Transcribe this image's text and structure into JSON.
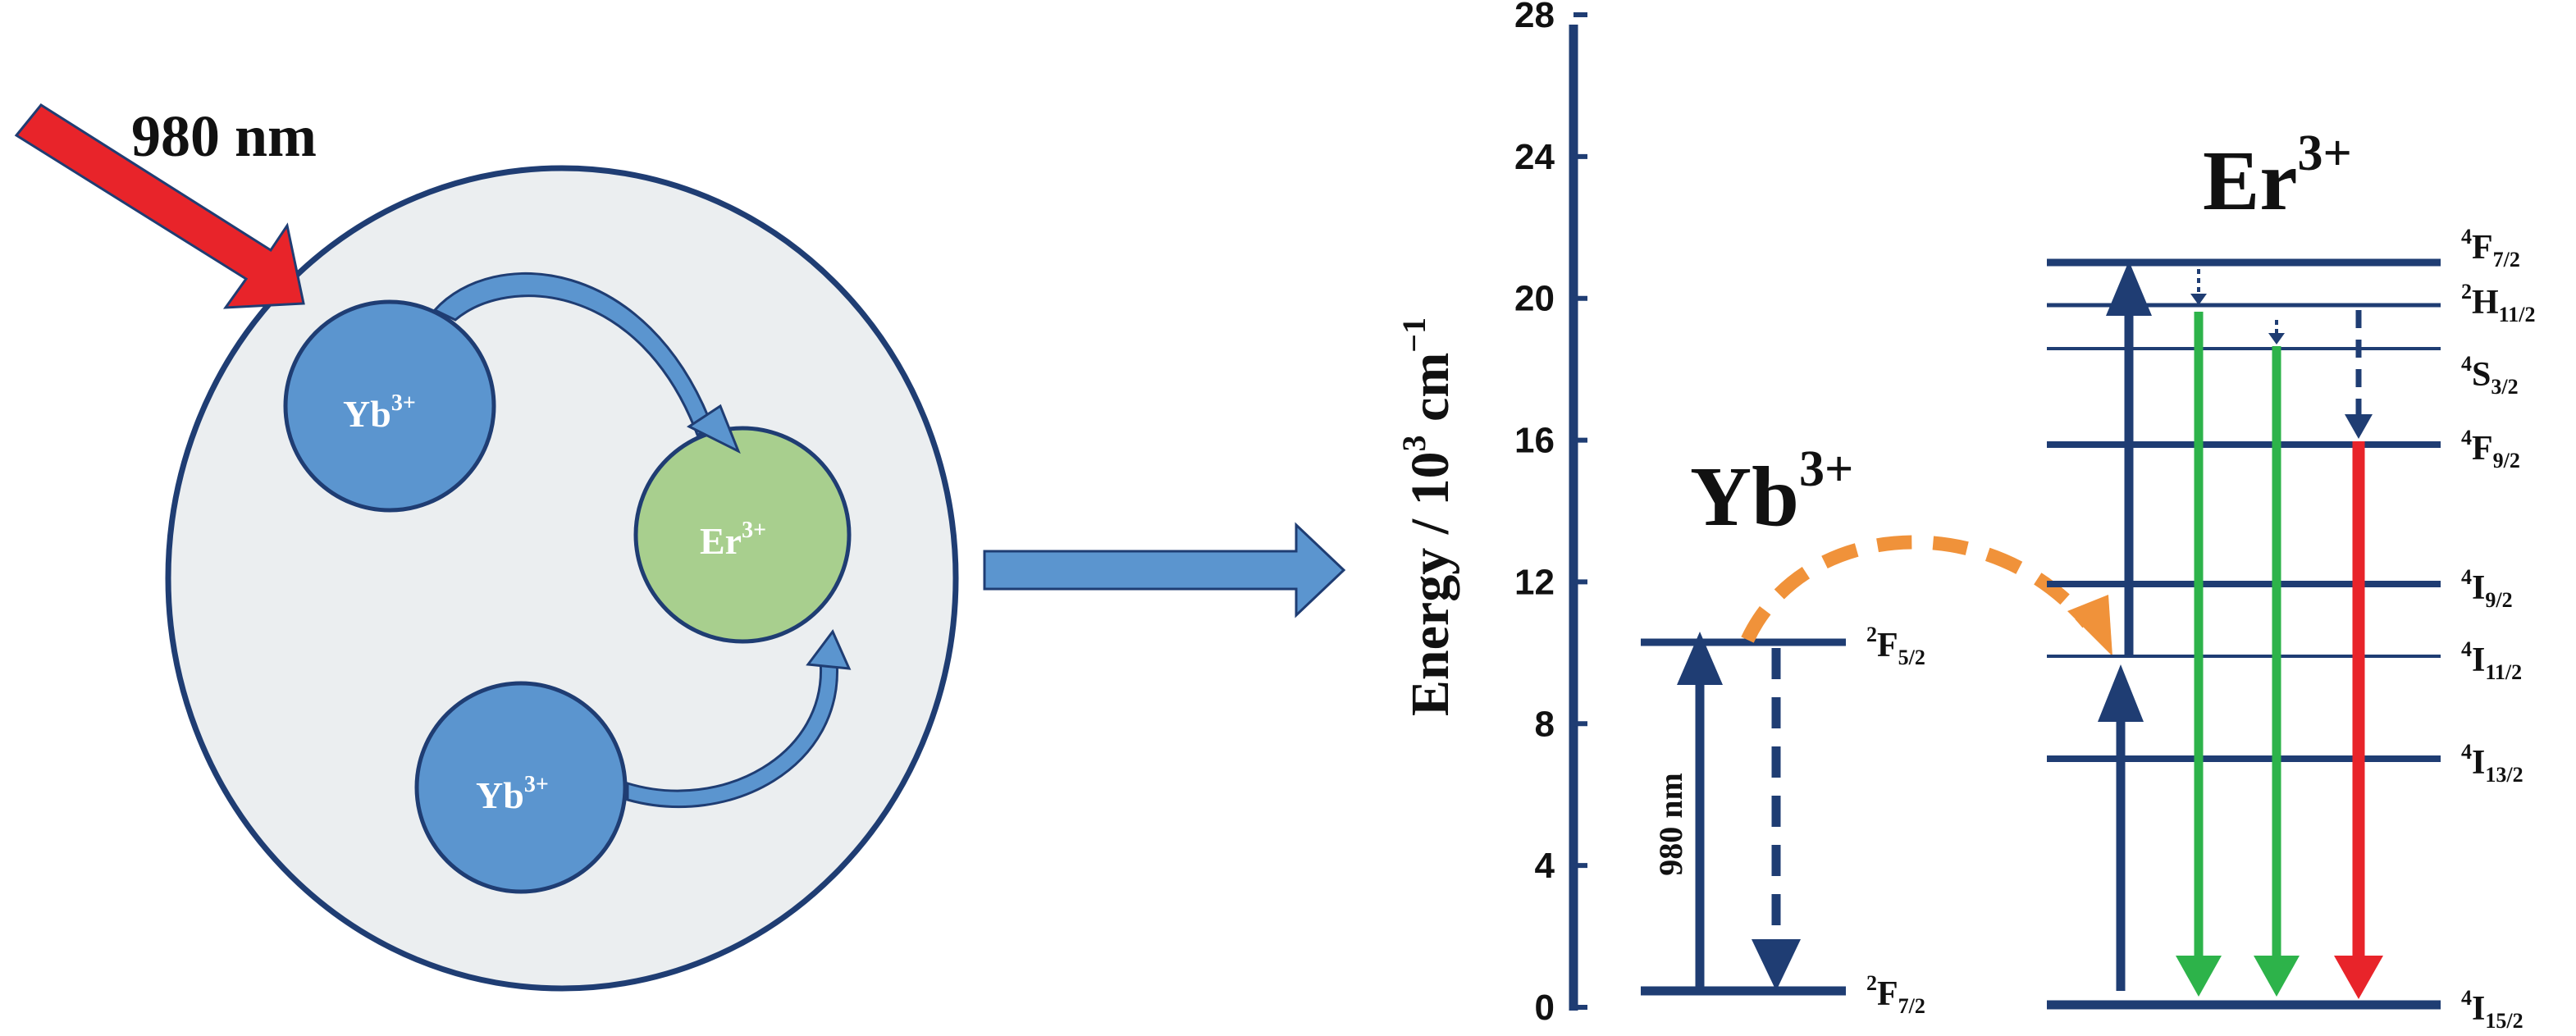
{
  "left_panel": {
    "excitation_label": "980 nm",
    "ions": [
      {
        "label": "Yb",
        "charge": "3+"
      },
      {
        "label": "Er",
        "charge": "3+"
      },
      {
        "label": "Yb",
        "charge": "3+"
      }
    ]
  },
  "axis": {
    "title_prefix": "Energy / 10",
    "title_exp": "3",
    "title_unit": " cm",
    "title_unit_exp": "−1",
    "ticks": [
      "0",
      "4",
      "8",
      "12",
      "16",
      "20",
      "24",
      "28"
    ]
  },
  "yb_levels": {
    "ion_label": "Yb",
    "ion_charge": "3+",
    "excitation": "980 nm",
    "levels": [
      {
        "pre": "2",
        "main": "F",
        "sub": "5/2"
      },
      {
        "pre": "2",
        "main": "F",
        "sub": "7/2"
      }
    ]
  },
  "er_levels": {
    "ion_label": "Er",
    "ion_charge": "3+",
    "levels": [
      {
        "pre": "4",
        "main": "F",
        "sub": "7/2"
      },
      {
        "pre": "2",
        "main": "H",
        "sub": "11/2"
      },
      {
        "pre": "4",
        "main": "S",
        "sub": "3/2"
      },
      {
        "pre": "4",
        "main": "F",
        "sub": "9/2"
      },
      {
        "pre": "4",
        "main": "I",
        "sub": "9/2"
      },
      {
        "pre": "4",
        "main": "I",
        "sub": "11/2"
      },
      {
        "pre": "4",
        "main": "I",
        "sub": "13/2"
      },
      {
        "pre": "4",
        "main": "I",
        "sub": "15/2"
      }
    ]
  },
  "colors": {
    "navy": "#1f3d73",
    "ion_blue": "#5b95cf",
    "ion_green": "#a8cf8e",
    "laser_red": "#e8242a",
    "energy_orange": "#f0923a",
    "emission_green": "#2db34a",
    "emission_red": "#e8242a",
    "particle_fill": "#ebeef0"
  }
}
